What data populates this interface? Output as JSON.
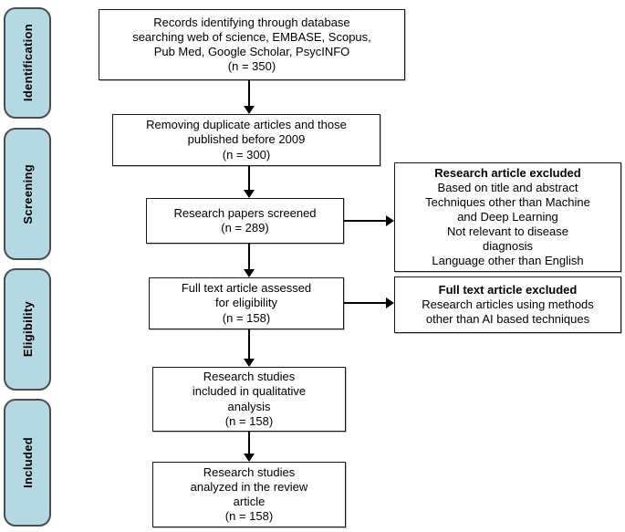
{
  "diagram": {
    "stages": [
      {
        "label": "Identification"
      },
      {
        "label": "Screening"
      },
      {
        "label": "Eligibility"
      },
      {
        "label": "Included"
      }
    ],
    "boxes": {
      "records": "Records identifying through database\nsearching web of science, EMBASE, Scopus,\nPub Med, Google Scholar, PsycINFO\n(n = 350)",
      "duplicates": "Removing duplicate articles and those\npublished before 2009\n(n = 300)",
      "screened": "Research papers screened\n(n = 289)",
      "fulltext": "Full text article assessed\nfor eligibility\n(n = 158)",
      "qualitative": "Research studies\nincluded in qualitative\nanalysis\n(n = 158)",
      "analyzed": "Research studies\nanalyzed in the review\narticle\n(n = 158)"
    },
    "exclusions": [
      {
        "title": "Research article excluded",
        "body": "Based on title and abstract\nTechniques other than Machine\nand Deep Learning\nNot relevant to disease\ndiagnosis\nLanguage other than English"
      },
      {
        "title": "Full text article excluded",
        "body": "Research articles using methods\nother than AI based techniques"
      }
    ],
    "colors": {
      "stage_fill": "#b4d9e3",
      "stage_border": "#4d4d4d",
      "box_border": "#1a1a1a",
      "arrow": "#000000"
    }
  }
}
